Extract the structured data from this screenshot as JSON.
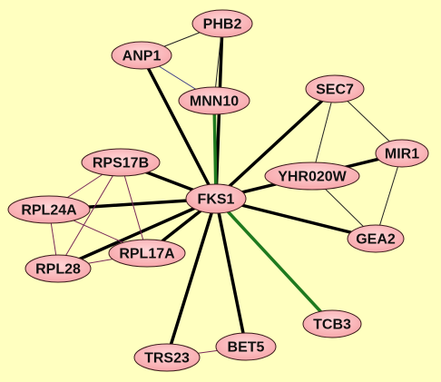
{
  "colors": {
    "background": "#ffffc0",
    "node_fill": "#f7a6aa",
    "node_fill_light": "#ffd6d8",
    "node_stroke": "#3a1a1a",
    "edge_strong": "#000000",
    "edge_green": "#1f7a1f",
    "edge_thin_dark": "#222222",
    "edge_blue": "#3a3a8a",
    "edge_purple": "#7a2a5a"
  },
  "nodes": [
    {
      "id": "PHB2",
      "label": "PHB2"
    },
    {
      "id": "ANP1",
      "label": "ANP1"
    },
    {
      "id": "MNN10",
      "label": "MNN10"
    },
    {
      "id": "SEC7",
      "label": "SEC7"
    },
    {
      "id": "MIR1",
      "label": "MIR1"
    },
    {
      "id": "YHR020W",
      "label": "YHR020W"
    },
    {
      "id": "RPS17B",
      "label": "RPS17B"
    },
    {
      "id": "FKS1",
      "label": "FKS1"
    },
    {
      "id": "RPL24A",
      "label": "RPL24A"
    },
    {
      "id": "GEA2",
      "label": "GEA2"
    },
    {
      "id": "RPL17A",
      "label": "RPL17A"
    },
    {
      "id": "RPL28",
      "label": "RPL28"
    },
    {
      "id": "TCB3",
      "label": "TCB3"
    },
    {
      "id": "BET5",
      "label": "BET5"
    },
    {
      "id": "TRS23",
      "label": "TRS23"
    }
  ],
  "edges": [
    {
      "from": "FKS1",
      "to": "PHB2",
      "style": "strong"
    },
    {
      "from": "FKS1",
      "to": "ANP1",
      "style": "strong"
    },
    {
      "from": "FKS1",
      "to": "MNN10",
      "style": "green"
    },
    {
      "from": "FKS1",
      "to": "SEC7",
      "style": "strong"
    },
    {
      "from": "FKS1",
      "to": "MIR1",
      "style": "strong"
    },
    {
      "from": "FKS1",
      "to": "GEA2",
      "style": "strong"
    },
    {
      "from": "FKS1",
      "to": "TCB3",
      "style": "green"
    },
    {
      "from": "FKS1",
      "to": "BET5",
      "style": "strong"
    },
    {
      "from": "FKS1",
      "to": "TRS23",
      "style": "strong"
    },
    {
      "from": "FKS1",
      "to": "RPL17A",
      "style": "strong"
    },
    {
      "from": "FKS1",
      "to": "RPL28",
      "style": "strong"
    },
    {
      "from": "FKS1",
      "to": "RPL24A",
      "style": "strong"
    },
    {
      "from": "FKS1",
      "to": "RPS17B",
      "style": "strong"
    },
    {
      "from": "ANP1",
      "to": "PHB2",
      "style": "thin_dark"
    },
    {
      "from": "ANP1",
      "to": "MNN10",
      "style": "blue"
    },
    {
      "from": "PHB2",
      "to": "MNN10",
      "style": "thin_dark"
    },
    {
      "from": "SEC7",
      "to": "YHR020W",
      "style": "thin_dark"
    },
    {
      "from": "SEC7",
      "to": "MIR1",
      "style": "thin_dark"
    },
    {
      "from": "YHR020W",
      "to": "GEA2",
      "style": "thin_dark"
    },
    {
      "from": "MIR1",
      "to": "GEA2",
      "style": "thin_dark"
    },
    {
      "from": "RPS17B",
      "to": "RPL24A",
      "style": "purple"
    },
    {
      "from": "RPS17B",
      "to": "RPL17A",
      "style": "purple"
    },
    {
      "from": "RPS17B",
      "to": "RPL28",
      "style": "purple"
    },
    {
      "from": "RPL24A",
      "to": "RPL17A",
      "style": "purple"
    },
    {
      "from": "RPL24A",
      "to": "RPL28",
      "style": "purple"
    },
    {
      "from": "RPL28",
      "to": "RPL17A",
      "style": "purple"
    },
    {
      "from": "TRS23",
      "to": "BET5",
      "style": "purple"
    }
  ]
}
